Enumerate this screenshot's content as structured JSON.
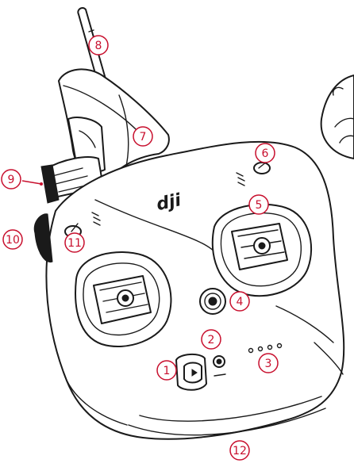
{
  "colors": {
    "callout": "#c8102e",
    "line": "#1a1a1a"
  },
  "brand": {
    "logo_text": "dji"
  },
  "callouts": [
    {
      "id": "1",
      "label": "1"
    },
    {
      "id": "2",
      "label": "2"
    },
    {
      "id": "3",
      "label": "3"
    },
    {
      "id": "4",
      "label": "4"
    },
    {
      "id": "5",
      "label": "5"
    },
    {
      "id": "6",
      "label": "6"
    },
    {
      "id": "7",
      "label": "7"
    },
    {
      "id": "8",
      "label": "8"
    },
    {
      "id": "9",
      "label": "9"
    },
    {
      "id": "10",
      "label": "10"
    },
    {
      "id": "11",
      "label": "11"
    },
    {
      "id": "12",
      "label": "12"
    }
  ]
}
